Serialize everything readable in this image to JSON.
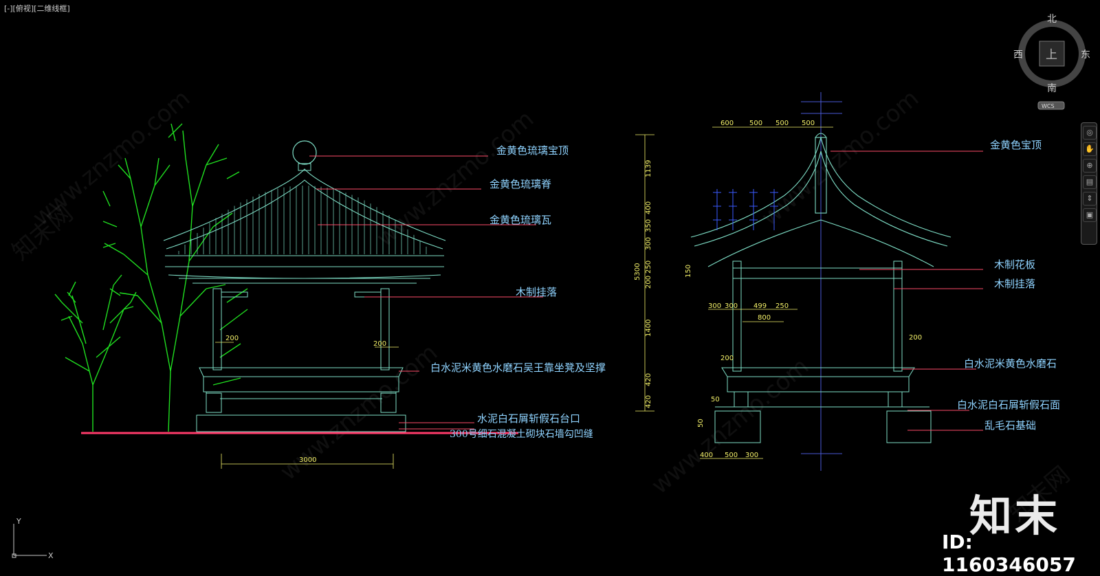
{
  "viewport": {
    "label": "[-][俯视][二维线框]"
  },
  "viewcube": {
    "north": "北",
    "south": "南",
    "east": "东",
    "west": "西",
    "top": "上",
    "wcs": "WCS"
  },
  "ucs": {
    "x": "X",
    "y": "Y"
  },
  "navbar": {
    "items": [
      "◎",
      "✋",
      "⊕",
      "▤",
      "⇕",
      "▣"
    ]
  },
  "front_elevation": {
    "notes": [
      "金黄色琉璃宝顶",
      "金黄色琉璃脊",
      "金黄色琉璃瓦",
      "木制挂落",
      "白水泥米黄色水磨石吴王靠坐凳及坚撑",
      "水泥白石屑斩假石台口",
      "300号细石混凝土砌块石墙勾凹缝"
    ],
    "dims": {
      "width": "3000",
      "column": "200",
      "column_right": "200"
    }
  },
  "side_elevation": {
    "notes": [
      "金黄色宝顶",
      "木制花板",
      "木制挂落",
      "白水泥米黄色水磨石",
      "白水泥白石屑斩假石面",
      "乱毛石基础"
    ],
    "top_dims": [
      "600",
      "500",
      "500",
      "500"
    ],
    "left_dims": [
      "1139",
      "400",
      "350",
      "300",
      "250",
      "200",
      "1400",
      "420",
      "420"
    ],
    "total_height": "5300",
    "small_dim": "150",
    "mid_dims": [
      "300",
      "300",
      "499",
      "250"
    ],
    "mid_total": "800",
    "col_dim_left": "200",
    "col_dim_right": "200",
    "base_dims": [
      "400",
      "500",
      "300"
    ],
    "base_small": "50",
    "base_small2": "50"
  },
  "watermark": {
    "text": "www.znzmo.com",
    "brand": "知末网"
  },
  "logo": {
    "text": "知末",
    "id": "ID: 1160346057"
  },
  "colors": {
    "background": "#000000",
    "note": "#8fd3ff",
    "dim": "#f6f36a",
    "tree": "#20e020",
    "ground": "#ff3a6a",
    "line": "#7fe0c8"
  }
}
